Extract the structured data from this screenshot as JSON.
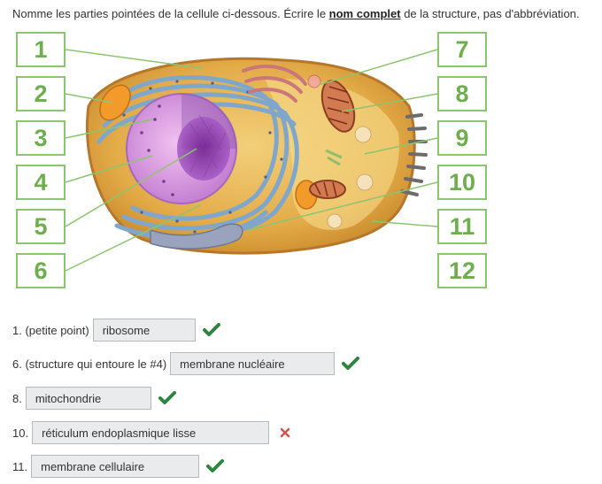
{
  "instruction": {
    "before": "Nomme les parties pointées de la cellule ci-dessous. Écrire le ",
    "bold": "nom complet",
    "after": " de la structure, pas d'abbréviation."
  },
  "labels_left": [
    "1",
    "2",
    "3",
    "4",
    "5",
    "6"
  ],
  "labels_right": [
    "7",
    "8",
    "9",
    "10",
    "11",
    "12"
  ],
  "questions": [
    {
      "label": "1. (petite point)",
      "value": "ribosome",
      "status": "correct"
    },
    {
      "label": "6. (structure qui entoure le #4)",
      "value": "membrane nucléaire",
      "status": "correct"
    },
    {
      "label": "8.",
      "value": "mitochondrie",
      "status": "correct"
    },
    {
      "label": "10.",
      "value": "réticulum endoplasmique lisse",
      "status": "incorrect"
    },
    {
      "label": "11.",
      "value": "membrane cellulaire",
      "status": "correct"
    }
  ],
  "icons": {
    "correct": "checkmark-icon",
    "incorrect": "cross-icon"
  },
  "colors": {
    "correct": "#2e8540",
    "incorrect": "#d9534f",
    "label_border": "#8cc56f",
    "label_text": "#6fae4f"
  }
}
